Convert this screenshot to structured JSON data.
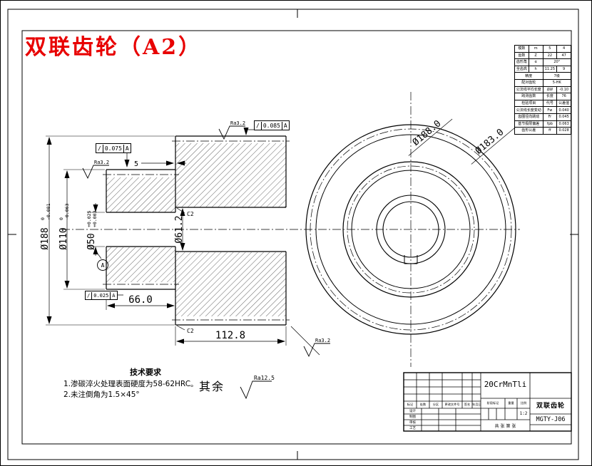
{
  "sheet_title": "双联齿轮（A2）",
  "tech_req": {
    "heading": "技术要求",
    "lines": [
      "1.渗碳淬火处理表面硬度为58-62HRC。",
      "2.未注倒角为1.5×45°"
    ],
    "rest_label": "其余"
  },
  "roughness": {
    "r1": "Ra3.2",
    "r2": "Ra3.2",
    "r3": "Ra3.2",
    "rest": "Ra12.5"
  },
  "dims": {
    "d188": {
      "main": "Ø188",
      "tol_up": "0",
      "tol_dn": "-0.081"
    },
    "d110": {
      "main": "Ø110",
      "tol_up": "0",
      "tol_dn": "-0.063"
    },
    "d50": {
      "main": "Ø50",
      "tol_up": "+0.025",
      "tol_dn": "+0.003"
    },
    "d61": {
      "main": "Ø61.2"
    },
    "len66": "66.0",
    "len112": "112.8",
    "width5": "5",
    "circ_outer": "Ø188.0",
    "circ_inner": "Ø183.0",
    "chamfer_top": "C2",
    "chamfer_bottom": "C2"
  },
  "gdt": {
    "f1": {
      "sym": "/",
      "val": "0.075",
      "datum": "A"
    },
    "f2": {
      "sym": "/",
      "val": "0.085",
      "datum": "A"
    },
    "f3": {
      "sym": "/",
      "val": "0.025",
      "datum": "A"
    },
    "datum_circle": "A"
  },
  "gear_table": {
    "rows": [
      [
        {
          "t": "模数"
        },
        {
          "t": "m"
        },
        {
          "t": "5"
        },
        {
          "t": "4"
        }
      ],
      [
        {
          "t": "齿数"
        },
        {
          "t": "Z"
        },
        {
          "t": "22"
        },
        {
          "t": "47"
        }
      ],
      [
        {
          "t": "齿形角"
        },
        {
          "t": "α"
        },
        {
          "t": "20°",
          "s": 2
        }
      ],
      [
        {
          "t": "全齿高"
        },
        {
          "t": "h"
        },
        {
          "t": "11.25"
        },
        {
          "t": "9"
        }
      ],
      [
        {
          "t": "精度",
          "s": 2
        },
        {
          "t": "7级",
          "s": 2
        }
      ],
      [
        {
          "t": "配对齿轮",
          "s": 2
        },
        {
          "t": "5-HK",
          "s": 2
        }
      ],
      [
        {
          "t": "公法线平均长度",
          "s": 2
        },
        {
          "t": "ΔW"
        },
        {
          "t": "-0.10"
        }
      ],
      [
        {
          "t": "跨测齿数",
          "s": 2
        },
        {
          "t": "长度"
        },
        {
          "t": "76"
        }
      ],
      [
        {
          "t": "检验项目",
          "s": 2
        },
        {
          "t": "代号"
        },
        {
          "t": "公差值"
        }
      ],
      [
        {
          "t": "公法线长度变动",
          "s": 2
        },
        {
          "t": "Fw"
        },
        {
          "t": "0.040"
        }
      ],
      [
        {
          "t": "齿圈径向跳动",
          "s": 2
        },
        {
          "t": "Fr"
        },
        {
          "t": "0.045"
        }
      ],
      [
        {
          "t": "基节极限偏差",
          "s": 2
        },
        {
          "t": "fpb"
        },
        {
          "t": "0.063"
        }
      ],
      [
        {
          "t": "齿形公差",
          "s": 2
        },
        {
          "t": "ff"
        },
        {
          "t": "0.028"
        }
      ]
    ]
  },
  "title_block": {
    "material": "20CrMnTli",
    "part_name": "双联齿轮",
    "drawing_no": "MGTY-J06",
    "scale": "1:2",
    "sheet_note": "共 张 第 张",
    "stage_label": "阶段标记",
    "weight_label": "重量",
    "scale_label": "比例",
    "header_cells": [
      "标记",
      "处数",
      "分区",
      "更改文件号",
      "签名",
      "年月日"
    ],
    "left_rows": [
      "设计",
      "制图",
      "审核",
      "工艺"
    ]
  }
}
